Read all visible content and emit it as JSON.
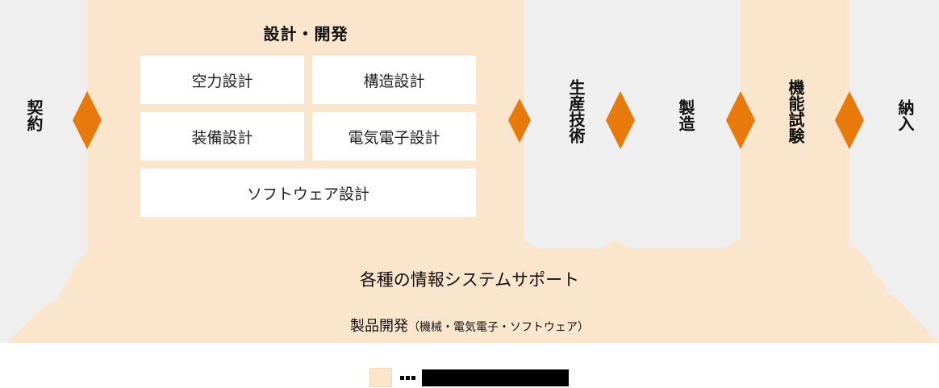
{
  "colors": {
    "background_gray": "#efefef",
    "peach": "#fce5cd",
    "diamond_orange": "#e87a0c",
    "box_white": "#ffffff",
    "text": "#111111"
  },
  "stages": [
    {
      "id": "contract",
      "label": "契約"
    },
    {
      "id": "design",
      "label": "設計・開発"
    },
    {
      "id": "production-engineering",
      "label": "生産技術"
    },
    {
      "id": "manufacturing",
      "label": "製造"
    },
    {
      "id": "functional-test",
      "label": "機能試験"
    },
    {
      "id": "delivery",
      "label": "納入"
    }
  ],
  "design": {
    "title": "設計・開発",
    "boxes": [
      "空力設計",
      "構造設計",
      "装備設計",
      "電気電子設計",
      "ソフトウェア設計"
    ]
  },
  "bottom": {
    "support": "各種の情報システムサポート",
    "product_main": "製品開発",
    "product_sub": "（機械・電気電子・ソフトウェア）"
  },
  "legend": {
    "swatch_color": "#fce5cd",
    "separator": "■■■",
    "label_redacted": true
  }
}
